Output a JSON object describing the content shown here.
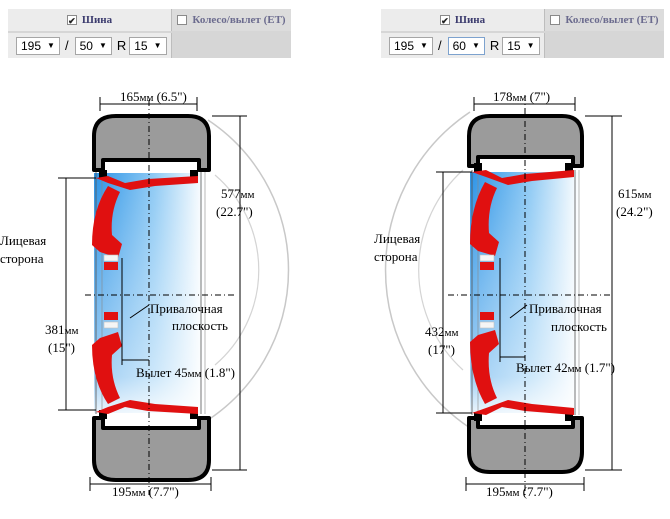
{
  "left": {
    "tabs": {
      "tire": "Шина",
      "wheel": "Колесо/вылет (ET)"
    },
    "width": "195",
    "profile": "50",
    "r_label": "R",
    "rim": "15",
    "slash": "/",
    "diagram": {
      "top_width": "165",
      "top_width_in": "(6.5\")",
      "diameter": "577",
      "diameter_in": "(22.7\")",
      "face_label_1": "Лицевая",
      "face_label_2": "сторона",
      "rim_diam": "381",
      "rim_diam_in": "(15\")",
      "mount_1": "Привалочная",
      "mount_2": "плоскость",
      "offset_label": "Вылет 45",
      "offset_in": "(1.8\")",
      "bottom_width": "195",
      "bottom_width_in": "(7.7\")",
      "unit": "мм"
    }
  },
  "right": {
    "tabs": {
      "tire": "Шина",
      "wheel": "Колесо/вылет (ET)"
    },
    "width": "195",
    "profile": "60",
    "r_label": "R",
    "rim": "15",
    "slash": "/",
    "diagram": {
      "top_width": "178",
      "top_width_in": "(7\")",
      "diameter": "615",
      "diameter_in": "(24.2\")",
      "face_label_1": "Лицевая",
      "face_label_2": "сторона",
      "rim_diam": "432",
      "rim_diam_in": "(17\")",
      "mount_1": "Привалочная",
      "mount_2": "плоскость",
      "offset_label": "Вылет 42",
      "offset_in": "(1.7\")",
      "bottom_width": "195",
      "bottom_width_in": "(7.7\")",
      "unit": "мм"
    }
  },
  "colors": {
    "rim": "#e01010",
    "tire": "#9b9b9b",
    "tire_outline": "#000000",
    "glass": "#3aa0e8"
  }
}
